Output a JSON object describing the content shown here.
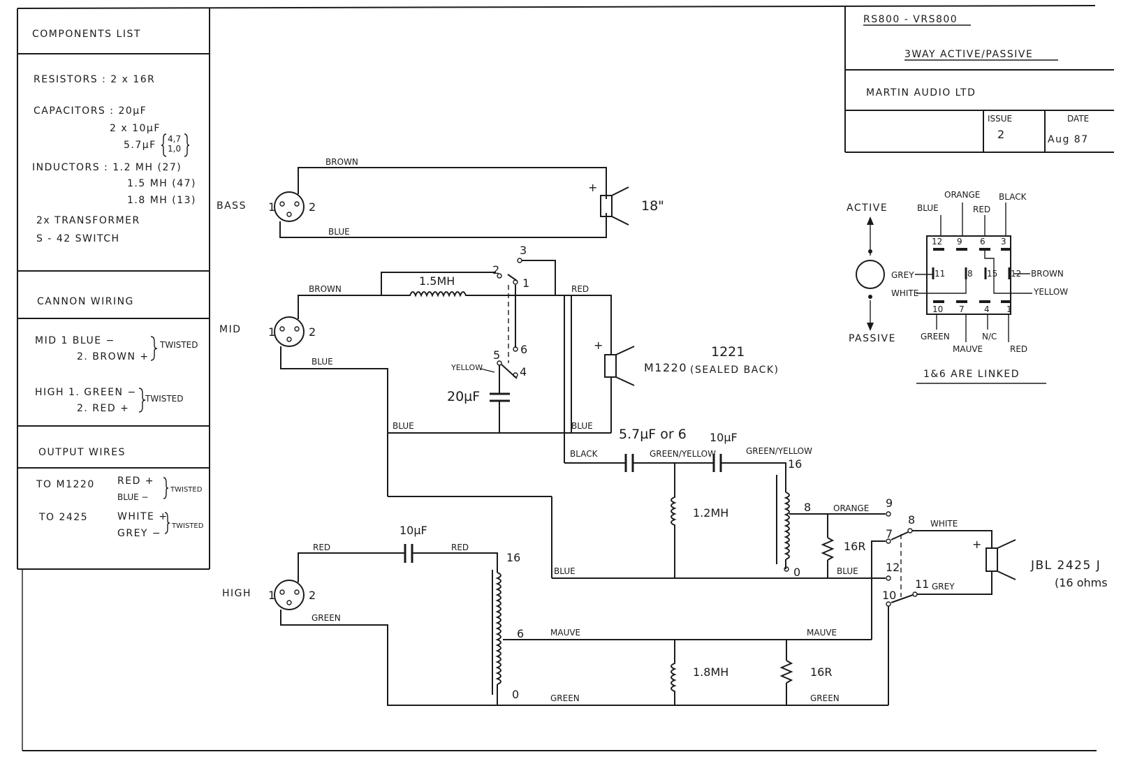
{
  "components_list": {
    "title": "COMPONENTS LIST",
    "resistors": "RESISTORS : 2 x 16R",
    "capacitors": "CAPACITORS : 20µF",
    "cap2": "2 x 10µF",
    "cap3": "5.7µF",
    "cap3_note_top": "4,7",
    "cap3_note_bottom": "1,0",
    "inductors": "INDUCTORS :   1.2 MH (27)",
    "ind2": "1.5 MH (47)",
    "ind3": "1.8 MH (13)",
    "transformer": "2x TRANSFORMER",
    "switch": "S - 42  SWITCH"
  },
  "cannon_wiring": {
    "title": "CANNON WIRING",
    "mid1": "MID    1  BLUE  −",
    "mid2": "2. BROWN +",
    "mid_twisted": "TWISTED",
    "high1": "HIGH   1. GREEN −",
    "high2": "2. RED   +",
    "high_twisted": "TWISTED"
  },
  "output_wires": {
    "title": "OUTPUT WIRES",
    "to1": "TO  M1220",
    "red": "RED  +",
    "blue": "BLUE  −",
    "twisted1": "TWISTED",
    "to2": "TO   2425",
    "white": "WHITE +",
    "grey": "GREY  −",
    "twisted2": "TWISTED"
  },
  "title_block": {
    "model": "RS800 - VRS800",
    "description": "3WAY  ACTIVE/PASSIVE",
    "company": "MARTIN AUDIO LTD",
    "issue_label": "ISSUE",
    "issue_value": "2",
    "date_label": "DATE",
    "date_value": "Aug 87"
  },
  "switch_diagram": {
    "active": "ACTIVE",
    "passive": "PASSIVE",
    "blue": "BLUE",
    "orange": "ORANGE",
    "red_top": "RED",
    "black": "BLACK",
    "grey": "GREY",
    "white": "WHITE",
    "brown": "BROWN",
    "yellow": "YELLOW",
    "green": "GREEN",
    "mauve": "MAUVE",
    "nc": "N/C",
    "red_bottom": "RED",
    "pins_top": [
      "12",
      "9",
      "6",
      "3"
    ],
    "pins_mid": [
      "11",
      "8",
      "15",
      "12"
    ],
    "pins_bottom": [
      "10",
      "7",
      "4",
      "1"
    ],
    "linked": "1&6 ARE LINKED"
  },
  "schematic": {
    "bass": "BASS",
    "mid": "MID",
    "high": "HIGH",
    "pin1": "1",
    "pin2": "2",
    "brown": "BROWN",
    "blue": "BLUE",
    "red": "RED",
    "green": "GREEN",
    "black": "BLACK",
    "mauve": "MAUVE",
    "white": "WHITE",
    "grey": "GREY",
    "orange": "ORANGE",
    "yellow": "YELLOW",
    "green_yellow": "GREEN/YELLOW",
    "bass_driver": "18\"",
    "plus": "+",
    "inductor_mid": "1.5MH",
    "inductor_12": "1.2MH",
    "inductor_18": "1.8MH",
    "cap_20": "20µF",
    "cap_57": "5.7µF or 6",
    "cap_10a": "10µF",
    "cap_10b": "10µF",
    "mid_driver": "M1220",
    "mid_driver_alt": "1221",
    "sealed_back": "(SEALED BACK)",
    "res_16r_a": "16R",
    "res_16r_b": "16R",
    "hf_driver": "JBL 2425 J",
    "hf_impedance": "(16 ohms",
    "sw_1": "1",
    "sw_2": "2",
    "sw_3": "3",
    "sw_4": "4",
    "sw_5": "5",
    "sw_6": "6",
    "sw_7": "7",
    "sw_8": "8",
    "sw_9": "9",
    "sw_10": "10",
    "sw_11": "11",
    "sw_12": "12",
    "tap_16a": "16",
    "tap_8": "8",
    "tap_0a": "0",
    "tap_16b": "16",
    "tap_6": "6",
    "tap_0b": "0"
  }
}
